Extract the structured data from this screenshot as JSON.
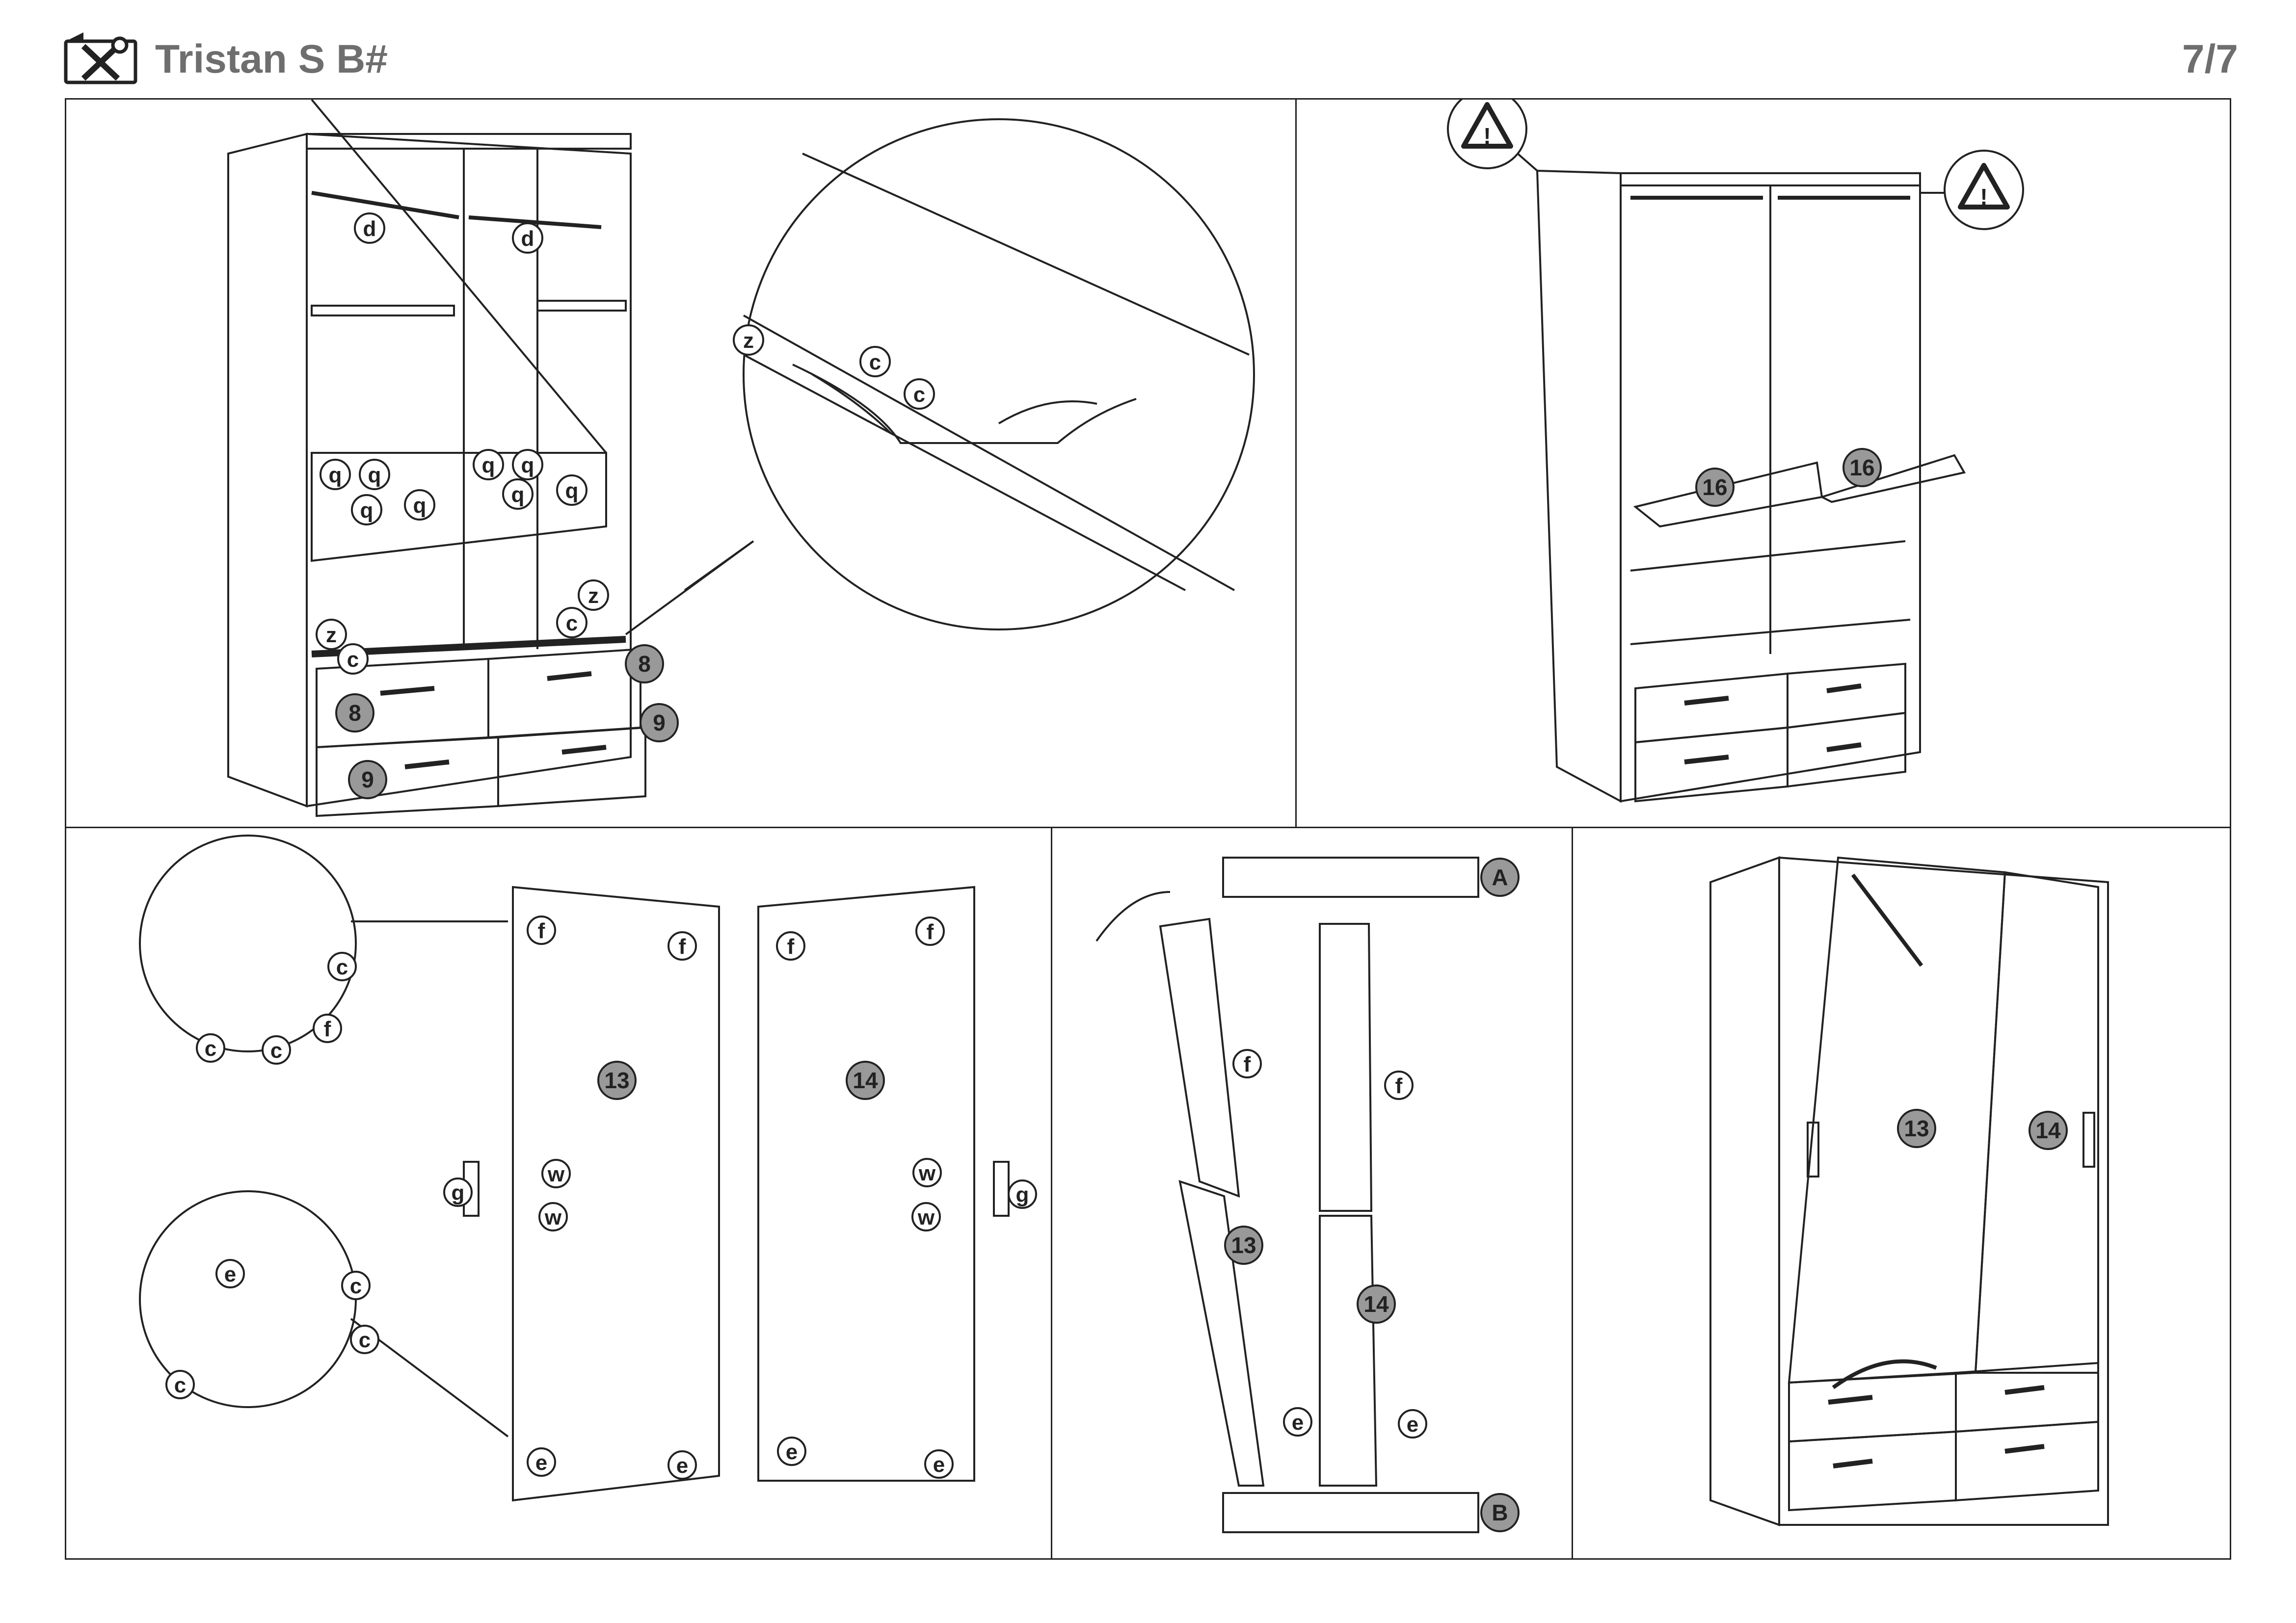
{
  "header": {
    "title": "Tristan S B#",
    "page": "7/7",
    "icon": "tools-icon"
  },
  "panel1": {
    "parts": [
      "d",
      "d",
      "q",
      "q",
      "q",
      "q",
      "q",
      "q",
      "q",
      "q",
      "z",
      "c",
      "z",
      "c"
    ],
    "drawers": [
      "8",
      "8",
      "9",
      "9"
    ],
    "zoom": [
      "z",
      "c",
      "c"
    ]
  },
  "panel2": {
    "warning": "!",
    "shelves": [
      "16",
      "16"
    ]
  },
  "panel3": {
    "doors": [
      "13",
      "14"
    ],
    "fittings": [
      "f",
      "f",
      "f",
      "f",
      "e",
      "e",
      "e",
      "e",
      "g",
      "g",
      "w",
      "w",
      "w",
      "w"
    ],
    "zoom_top": [
      "c",
      "c",
      "c",
      "f"
    ],
    "zoom_bottom": [
      "e",
      "c",
      "c",
      "c"
    ]
  },
  "panel4": {
    "rails": [
      "A",
      "B"
    ],
    "doors": [
      "13",
      "14"
    ],
    "fittings": [
      "f",
      "f",
      "e",
      "e"
    ]
  },
  "panel5": {
    "doors": [
      "13",
      "14"
    ]
  }
}
